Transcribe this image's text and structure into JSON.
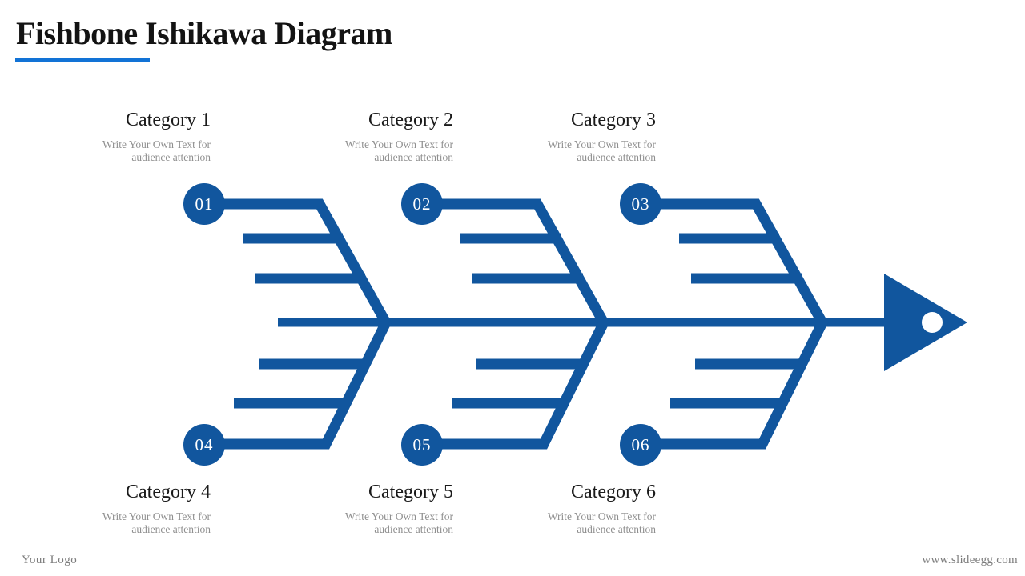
{
  "slide": {
    "title": "Fishbone Ishikawa Diagram",
    "footer_left": "Your Logo",
    "footer_right": "www.slideegg.com"
  },
  "colors": {
    "diagram_blue": "#11569E",
    "title_underline_blue": "#1273D6",
    "heading_text": "#1A1A1A",
    "muted_text": "#8F8F8F"
  },
  "categories": [
    {
      "number": "01",
      "title": "Category 1",
      "description_lines": [
        "Write Your Own Text for",
        "audience attention"
      ]
    },
    {
      "number": "02",
      "title": "Category 2",
      "description_lines": [
        "Write Your Own Text for",
        "audience attention"
      ]
    },
    {
      "number": "03",
      "title": "Category 3",
      "description_lines": [
        "Write Your Own Text for",
        "audience attention"
      ]
    },
    {
      "number": "04",
      "title": "Category 4",
      "description_lines": [
        "Write Your Own Text for",
        "audience attention"
      ]
    },
    {
      "number": "05",
      "title": "Category 5",
      "description_lines": [
        "Write Your Own Text for",
        "audience attention"
      ]
    },
    {
      "number": "06",
      "title": "Category 6",
      "description_lines": [
        "Write Your Own Text for",
        "audience attention"
      ]
    }
  ]
}
